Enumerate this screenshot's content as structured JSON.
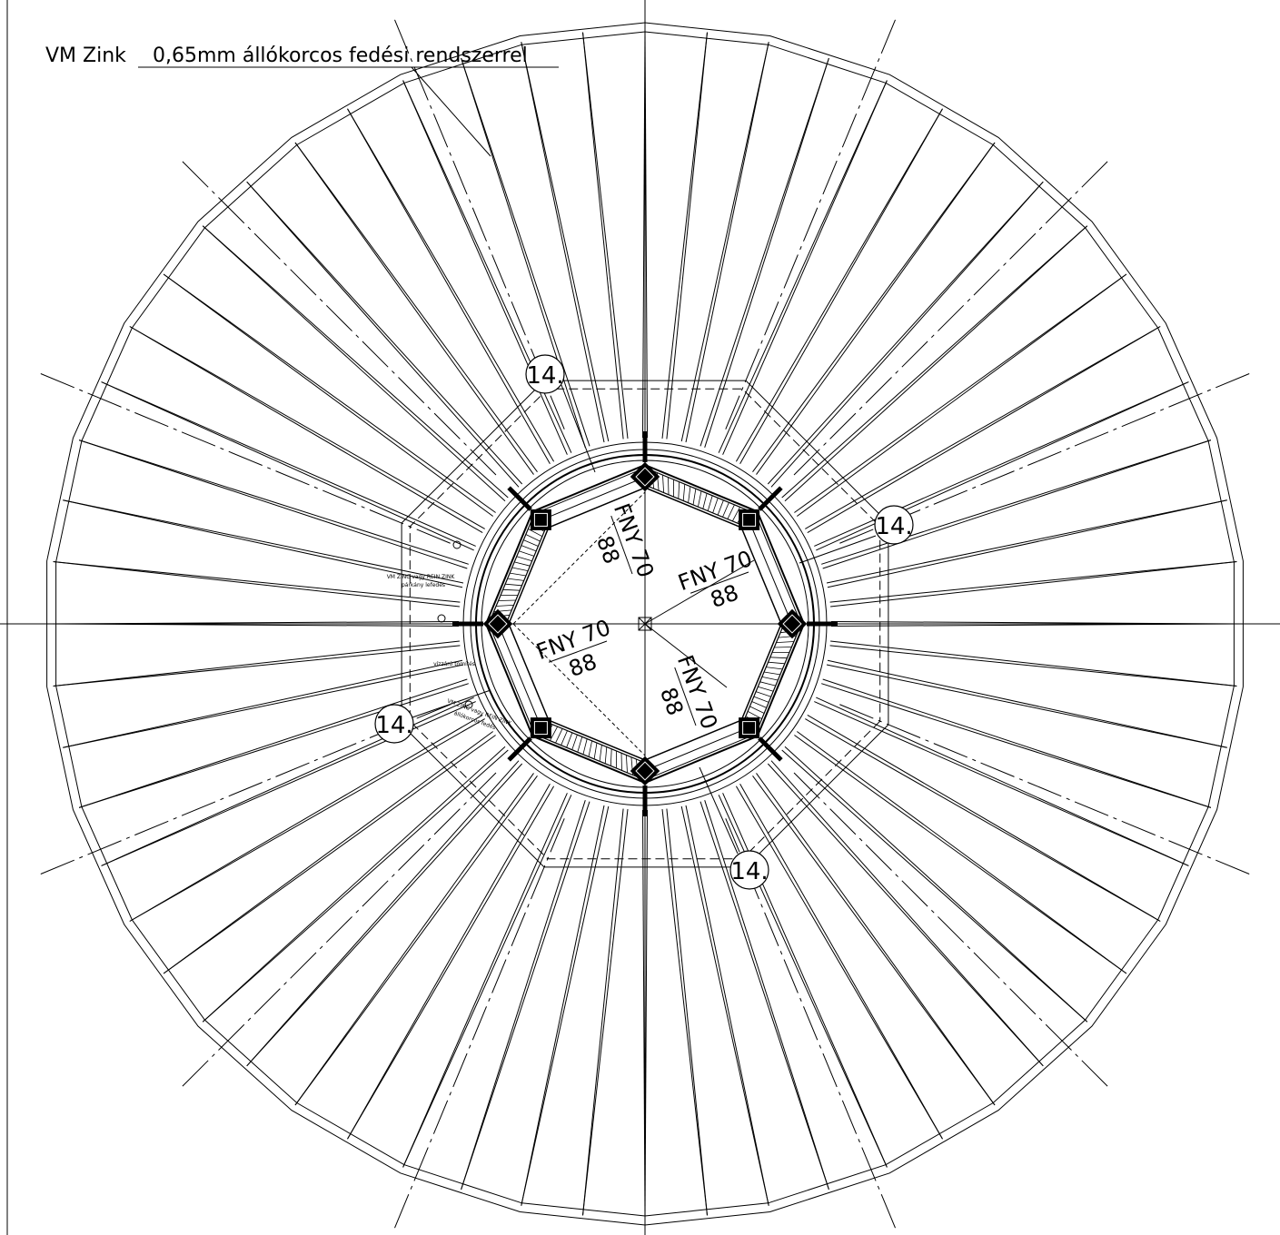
{
  "title": {
    "prefix": "VM Zink",
    "spec": "0,65mm állókorcos fedési rendszerrel"
  },
  "markers": [
    "14.",
    "14.",
    "14.",
    "14."
  ],
  "windows": [
    {
      "code": "FNY 70",
      "size": "88"
    },
    {
      "code": "FNY 70",
      "size": "88"
    },
    {
      "code": "FNY 70",
      "size": "88"
    },
    {
      "code": "FNY 70",
      "size": "88"
    }
  ],
  "small_notes": {
    "gutter_1": "VM ZINC vagy REIN ZINK",
    "gutter_1b": "párkány lefedés",
    "seal": "vízzáró tömítés",
    "gutter_2": "VM ZINC vagy REIN ZINK",
    "gutter_2b": "állókorcos fedés"
  },
  "colors": {
    "ink": "#000000",
    "paper": "#ffffff"
  }
}
